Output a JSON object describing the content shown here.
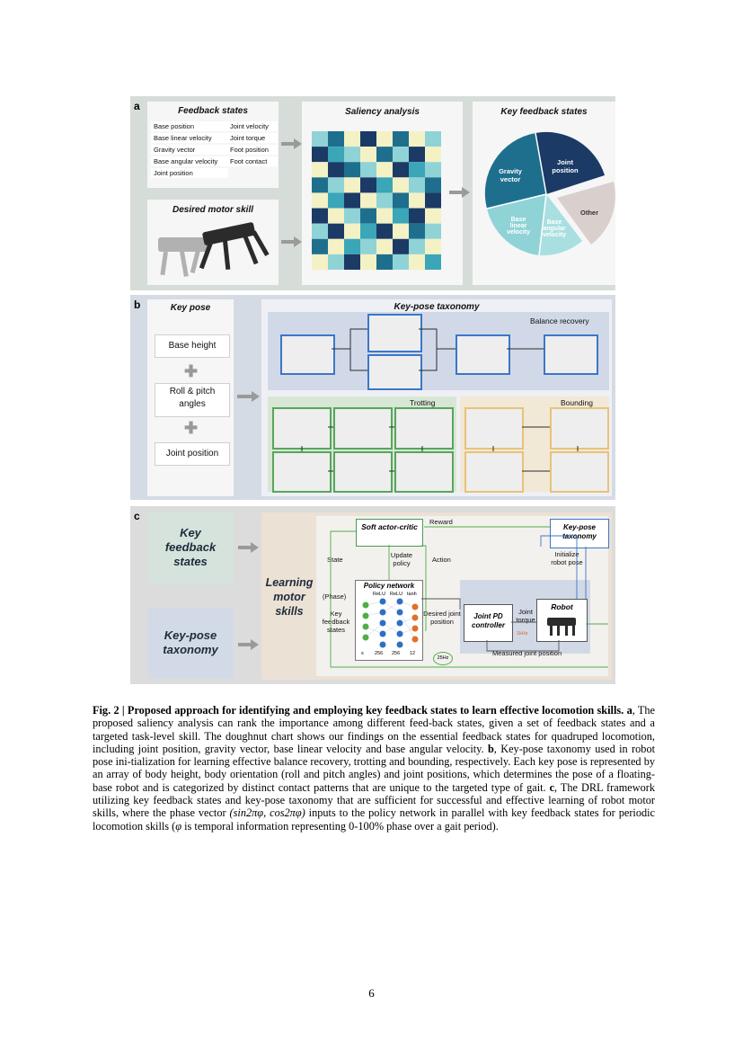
{
  "panel_a": {
    "label": "a",
    "feedback_title": "Feedback states",
    "feedback_items_left": [
      "Base position",
      "Base linear velocity",
      "Gravity vector",
      "Base angular velocity",
      "Joint position"
    ],
    "feedback_items_right": [
      "Joint velocity",
      "Joint torque",
      "Foot position",
      "Foot contact"
    ],
    "desired_title": "Desired motor skill",
    "saliency_title": "Saliency analysis",
    "key_title": "Key feedback states",
    "pie_labels": {
      "joint": "Joint position",
      "gravity": "Gravity vector",
      "linear": "Base linear velocity",
      "angular": "Base angular velocity",
      "other": "Other"
    },
    "colors": {
      "dark_navy": "#1b3a66",
      "teal_dark": "#1e6f8e",
      "teal": "#3aa6b8",
      "light_teal": "#8fd3d6",
      "cream": "#f4f1c5",
      "other": "#d9cfcc"
    },
    "heatmap": [
      [
        1,
        3,
        0,
        4,
        0,
        3,
        0,
        1
      ],
      [
        4,
        2,
        1,
        0,
        3,
        1,
        4,
        0
      ],
      [
        0,
        4,
        3,
        1,
        0,
        4,
        2,
        1
      ],
      [
        3,
        1,
        0,
        4,
        2,
        0,
        1,
        3
      ],
      [
        0,
        2,
        4,
        0,
        1,
        3,
        0,
        4
      ],
      [
        4,
        0,
        1,
        3,
        0,
        2,
        4,
        0
      ],
      [
        1,
        4,
        0,
        2,
        4,
        0,
        3,
        1
      ],
      [
        3,
        0,
        2,
        1,
        0,
        4,
        1,
        0
      ],
      [
        0,
        1,
        4,
        0,
        3,
        1,
        0,
        2
      ]
    ]
  },
  "panel_b": {
    "label": "b",
    "key_pose_title": "Key pose",
    "items": [
      "Base height",
      "Roll & pitch angles",
      "Joint position"
    ],
    "taxonomy_title": "Key-pose taxonomy",
    "balance_label": "Balance recovery",
    "trotting_label": "Trotting",
    "bounding_label": "Bounding"
  },
  "panel_c": {
    "label": "c",
    "key_feedback": "Key feedback states",
    "key_pose_taxonomy": "Key-pose taxonomy",
    "learning": "Learning motor skills",
    "soft_actor": "Soft actor-critic",
    "reward": "Reward",
    "state": "State",
    "update_policy": "Update policy",
    "action": "Action",
    "phase": "(Phase)",
    "policy_network": "Policy network",
    "relu1": "ReLU",
    "relu2": "ReLU",
    "tanh": "tanh",
    "key_fb_states": "Key feedback states",
    "desired_joint": "Desired joint position",
    "joint_pd": "Joint PD controller",
    "joint_torque": "Joint torque",
    "freq1k": "1kHz",
    "robot": "Robot",
    "kp_taxonomy_box": "Key-pose taxonomy",
    "init_pose": "Initialize robot pose",
    "measured": "Measured joint position",
    "freq25": "25Hz",
    "layer_sizes": [
      "s",
      "256",
      "256",
      "12"
    ]
  },
  "caption": {
    "fig": "Fig. 2 | Proposed approach for identifying and employing key feedback states to learn effective locomotion skills.",
    "a_label": "a",
    "a_text": ", The proposed saliency analysis can rank the importance among different feed-back states, given a set of feedback states and a targeted task-level skill. The doughnut chart shows our findings on the essential feedback states for quadruped locomotion, including joint position, gravity vector, base linear velocity and base angular velocity.",
    "b_label": "b",
    "b_text": ", Key-pose taxonomy used in robot pose ini-tialization for learning effective balance recovery, trotting and bounding, respectively. Each key pose is represented by an array of body height, body orientation (roll and pitch angles) and joint positions, which determines the pose of a floating-base robot and is categorized by distinct contact patterns that are unique to the targeted type of gait.",
    "c_label": "c",
    "c_text": ", The DRL framework utilizing key feedback states and key-pose taxonomy that are sufficient for successful and effective learning of robot motor skills, where the phase vector ",
    "math": "(sin2πφ, cos2πφ)",
    "c_text2": " inputs to the policy network in parallel with key feedback states for periodic locomotion skills (",
    "phi": "φ",
    "c_text3": " is temporal information representing 0-100% phase over a gait period)."
  },
  "page_number": "6"
}
